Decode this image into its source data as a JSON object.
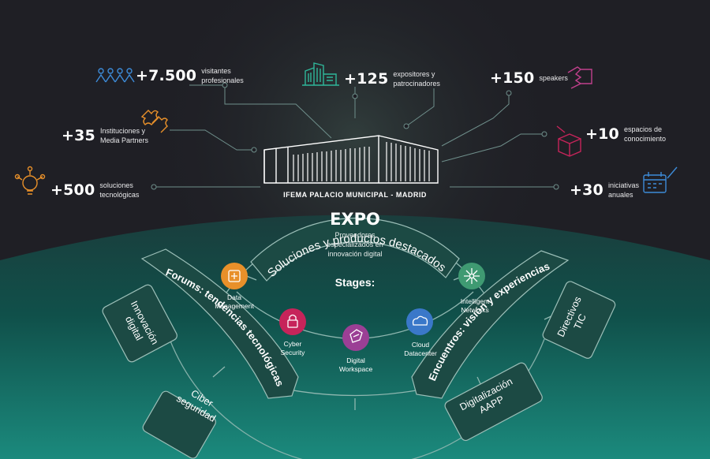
{
  "stats": {
    "visitantes": {
      "value": "+7.500",
      "label": "visitantes\nprofesionales"
    },
    "expositores": {
      "value": "+125",
      "label": "expositores y\npatrocinadores"
    },
    "speakers": {
      "value": "+150",
      "label": "speakers"
    },
    "instituciones": {
      "value": "+35",
      "label": "Instituciones y\nMedia Partners"
    },
    "espacios": {
      "value": "+10",
      "label": "espacios de\nconocimiento"
    },
    "soluciones": {
      "value": "+500",
      "label": "soluciones\ntecnológicas"
    },
    "iniciativas": {
      "value": "+30",
      "label": "iniciativas\nanuales"
    }
  },
  "venue": "IFEMA PALACIO MUNICIPAL - MADRID",
  "expo": {
    "title": "EXPO",
    "subtitle": "Proveedores\nespecializados en\ninnovación digital"
  },
  "stages": {
    "title": "Stages:",
    "arc_text": "Soluciones y productos destacados",
    "items": [
      {
        "label": "Data\nManagement",
        "color": "#e8902a",
        "icon": "data-management-icon"
      },
      {
        "label": "Cyber\nSecurity",
        "color": "#c6245a",
        "icon": "lock-icon"
      },
      {
        "label": "Digital\nWorkspace",
        "color": "#9b3f95",
        "icon": "digital-workspace-icon"
      },
      {
        "label": "Cloud\nDatacenter",
        "color": "#3a78c9",
        "icon": "cloud-icon"
      },
      {
        "label": "Intelligent\nNetworks",
        "color": "#3f9a72",
        "icon": "network-icon"
      }
    ]
  },
  "forums": {
    "title": "Forums: tendencias tecnológicas",
    "items": [
      "Innovación\ndigital",
      "Ciber\nseguridad"
    ]
  },
  "encuentros": {
    "title": "Encuentros: visión y experiencias",
    "items": [
      "Directivos\nTIC",
      "Digitalización\nAAPP"
    ]
  },
  "colors": {
    "background": "#1f1f25",
    "teal_dark": "#103e3c",
    "teal_light": "#1f8a7e",
    "panel": "#1c4a44",
    "line": "#6f8f8b"
  }
}
